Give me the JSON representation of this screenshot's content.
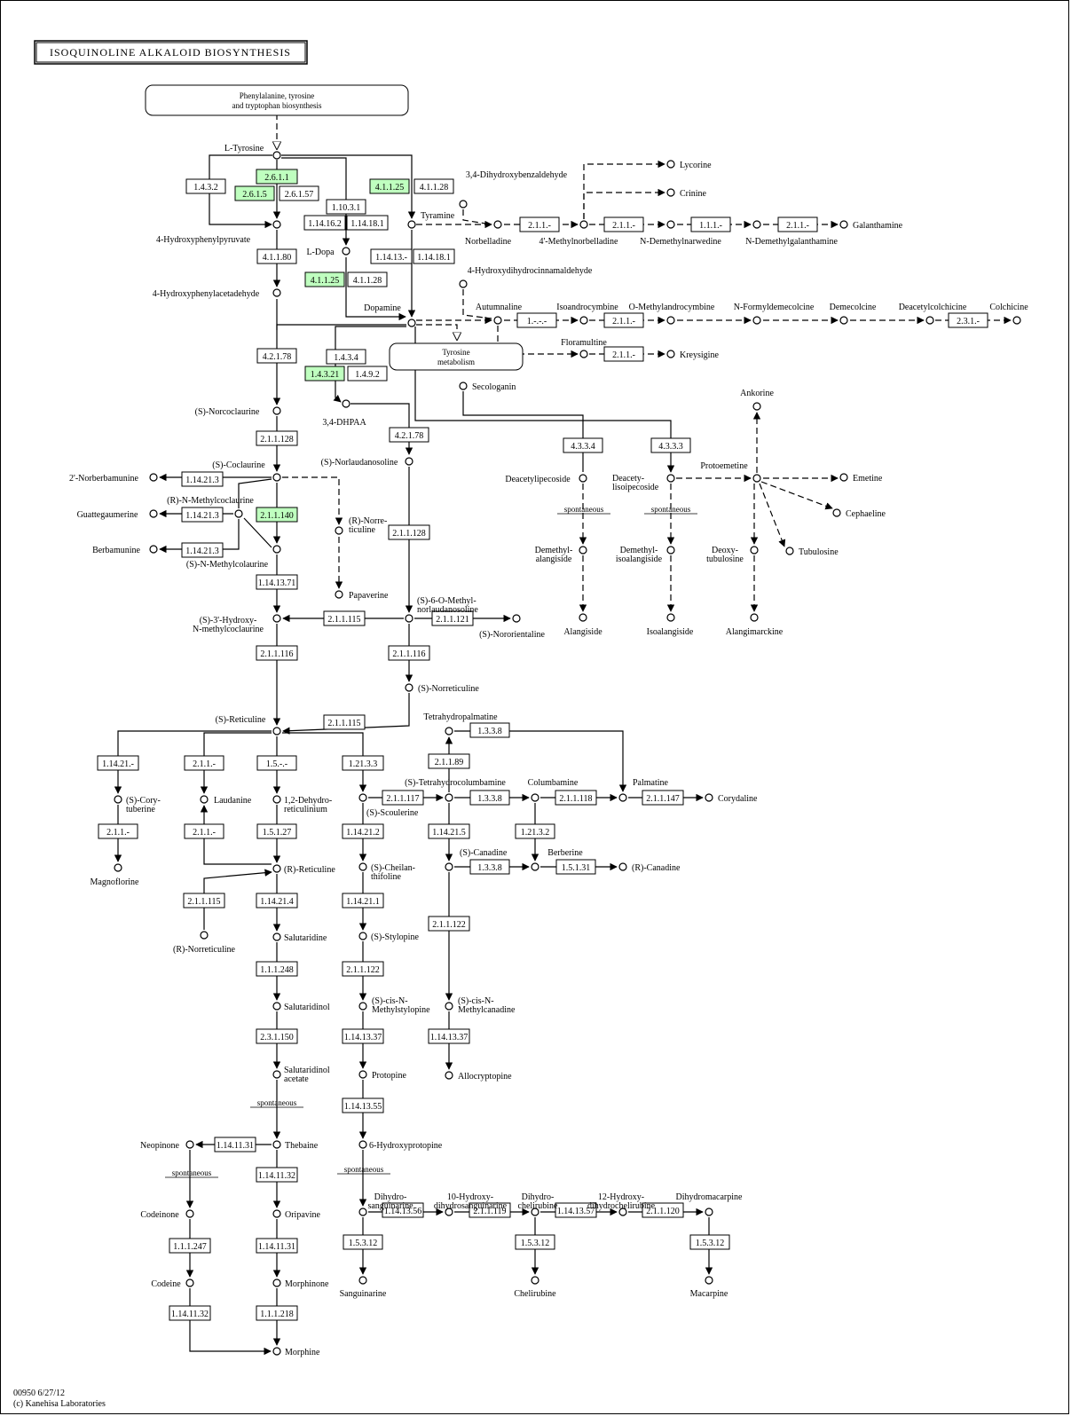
{
  "title": "ISOQUINOLINE ALKALOID BIOSYNTHESIS",
  "footer": {
    "map_id": "00950 6/27/12",
    "copyright": "(c) Kanehisa Laboratories"
  },
  "colors": {
    "highlight": "#bfffbf",
    "line": "#000000",
    "background": "#ffffff"
  },
  "maps": {
    "m1": [
      "Phenylalanine, tyrosine",
      "and tryptophan biosynthesis"
    ],
    "m2": [
      "Tyrosine",
      "metabolism"
    ]
  },
  "enzymes": {
    "e1": "2.6.1.1",
    "e2": "2.6.1.5",
    "e3": "2.6.1.57",
    "e4": "1.4.3.2",
    "e5": "1.10.3.1",
    "e6": "1.14.16.2",
    "e7": "1.14.18.1",
    "e8": "4.1.1.25",
    "e9": "4.1.1.28",
    "e10": "1.14.13.-",
    "e11": "1.14.18.1",
    "e12": "4.1.1.80",
    "e13": "4.1.1.25",
    "e14": "4.1.1.28",
    "e15": "4.2.1.78",
    "e16": "1.4.3.4",
    "e17": "1.4.3.21",
    "e18": "1.4.9.2",
    "e19": "4.2.1.78",
    "e20": "2.1.1.128",
    "e21": "1.14.21.3",
    "e22": "1.14.21.3",
    "e23": "1.14.21.3",
    "e24": "2.1.1.140",
    "e25": "1.14.13.71",
    "e26": "2.1.1.128",
    "e27": "2.1.1.115",
    "e28": "2.1.1.121",
    "e29": "2.1.1.116",
    "e30": "2.1.1.116",
    "e31": "2.1.1.115",
    "e32": "2.1.1.-",
    "e33": "2.1.1.-",
    "e34": "1.1.1.-",
    "e35": "2.1.1.-",
    "e36": "1.-.-.-",
    "e37": "2.1.1.-",
    "e38": "2.1.1.-",
    "e39": "2.3.1.-",
    "e40": "4.3.3.4",
    "e41": "4.3.3.3",
    "e42": "1.14.21.-",
    "e43": "2.1.1.-",
    "e44": "1.5.-.-",
    "e45": "1.21.3.3",
    "e46": "2.1.1.-",
    "e47": "2.1.1.-",
    "e48": "1.5.1.27",
    "e49": "2.1.1.115",
    "e50": "1.14.21.4",
    "e51": "1.1.1.248",
    "e52": "2.3.1.150",
    "e53": "1.14.21.2",
    "e54": "1.14.21.1",
    "e55": "2.1.1.122",
    "e56": "1.14.13.37",
    "e57": "1.14.13.55",
    "e58": "2.1.1.117",
    "e59": "1.3.3.8",
    "e60": "2.1.1.118",
    "e61": "2.1.1.147",
    "e62": "1.3.3.8",
    "e63": "2.1.1.89",
    "e64": "1.14.21.5",
    "e65": "1.21.3.2",
    "e66": "1.3.3.8",
    "e67": "1.5.1.31",
    "e68": "2.1.1.122",
    "e69": "1.14.13.37",
    "e70": "1.14.11.31",
    "e71": "1.14.11.32",
    "e72": "1.1.1.247",
    "e73": "1.14.11.32",
    "e74": "1.14.11.31",
    "e75": "1.1.1.218",
    "e76": "1.14.13.56",
    "e77": "2.1.1.119",
    "e78": "1.14.13.57",
    "e79": "2.1.1.120",
    "e80": "1.5.3.12",
    "e81": "1.5.3.12",
    "e82": "1.5.3.12"
  },
  "compounds": {
    "c1": [
      "L-Tyrosine"
    ],
    "c2": [
      "4-Hydroxyphenylpyruvate"
    ],
    "c3": [
      "4-Hydroxyphenylacetadehyde"
    ],
    "c4": [
      "L-Dopa"
    ],
    "c5": [
      "Dopamine"
    ],
    "c6": [
      "Tyramine"
    ],
    "c7": [
      "3,4-Dihydroxybenzaldehyde"
    ],
    "c8": [
      "Norbelladine"
    ],
    "c9": [
      "4'-Methylnorbelladine"
    ],
    "c10": [
      "Lycorine"
    ],
    "c11": [
      "Crinine"
    ],
    "c12": [
      "N-Demethylnarwedine"
    ],
    "c13": [
      "N-Demethylgalanthamine"
    ],
    "c14": [
      "Galanthamine"
    ],
    "c15": [
      "4-Hydroxydihydrocinnamaldehyde"
    ],
    "c16": [
      "Autumnaline"
    ],
    "c17": [
      "Isoandrocymbine"
    ],
    "c18": [
      "O-Methylandrocymbine"
    ],
    "c19": [
      "N-Formyldemecolcine"
    ],
    "c20": [
      "Demecolcine"
    ],
    "c21": [
      "Deacetylcolchicine"
    ],
    "c22": [
      "Colchicine"
    ],
    "c23": [
      "Floramultine"
    ],
    "c24": [
      "Kreysigine"
    ],
    "c25": [
      "Secologanin"
    ],
    "c26": [
      "3,4-DHPAA"
    ],
    "c27": [
      "(S)-Norcoclaurine"
    ],
    "c28": [
      "(S)-Norlaudanosoline"
    ],
    "c29": [
      "(S)-Coclaurine"
    ],
    "c30": [
      "2'-Norberbamunine"
    ],
    "c31": [
      "(R)-N-Methylcoclaurine"
    ],
    "c32": [
      "Guattegaumerine"
    ],
    "c33": [
      "Berbamunine"
    ],
    "c34": [
      "(S)-N-Methylcolaurine"
    ],
    "c35": [
      "(R)-Norre-",
      "ticuline"
    ],
    "c36": [
      "Papaverine"
    ],
    "c37": [
      "(S)-6-O-Methyl-",
      "norlaudanosoline"
    ],
    "c38": [
      "(S)-Nororientaline"
    ],
    "c39": [
      "(S)-3'-Hydroxy-",
      "N-methylcoclaurine"
    ],
    "c40": [
      "(S)-Norreticuline"
    ],
    "c41": [
      "(S)-Reticuline"
    ],
    "c42": [
      "Deacetylipecoside"
    ],
    "c43": [
      "Deacety-",
      "lisoipecoside"
    ],
    "c44": [
      "Protoemetine"
    ],
    "c45": [
      "Ankorine"
    ],
    "c46": [
      "Emetine"
    ],
    "c47": [
      "Cephaeline"
    ],
    "c48": [
      "Tubulosine"
    ],
    "c49": [
      "Demethyl-",
      "alangiside"
    ],
    "c50": [
      "Demethyl-",
      "isoalangiside"
    ],
    "c51": [
      "Deoxy-",
      "tubulosine"
    ],
    "c52": [
      "Alangiside"
    ],
    "c53": [
      "Isoalangiside"
    ],
    "c54": [
      "Alangimarckine"
    ],
    "c55": [
      "(S)-Cory-",
      "tuberine"
    ],
    "c56": [
      "Magnoflorine"
    ],
    "c57": [
      "Laudanine"
    ],
    "c58": [
      "1,2-Dehydro-",
      "reticulinium"
    ],
    "c59": [
      "(R)-Reticuline"
    ],
    "c60": [
      "(R)-Norreticuline"
    ],
    "c61": [
      "Salutaridine"
    ],
    "c62": [
      "Salutaridinol"
    ],
    "c63": [
      "Salutaridinol",
      "acetate"
    ],
    "c64": [
      "Thebaine"
    ],
    "c65": [
      "Neopinone"
    ],
    "c66": [
      "Codeinone"
    ],
    "c67": [
      "Codeine"
    ],
    "c68": [
      "Oripavine"
    ],
    "c69": [
      "Morphinone"
    ],
    "c70": [
      "Morphine"
    ],
    "c71": [
      "(S)-Scoulerine"
    ],
    "c72": [
      "(S)-Tetrahydrocolumbamine"
    ],
    "c73": [
      "Columbamine"
    ],
    "c74": [
      "Palmatine"
    ],
    "c75": [
      "Corydaline"
    ],
    "c76": [
      "Tetrahydropalmatine"
    ],
    "c77": [
      "(S)-Canadine"
    ],
    "c78": [
      "Berberine"
    ],
    "c79": [
      "(R)-Canadine"
    ],
    "c80": [
      "(S)-Cheilan-",
      "thifoline"
    ],
    "c81": [
      "(S)-Stylopine"
    ],
    "c82": [
      "(S)-cis-N-",
      "Methylstylopine"
    ],
    "c83": [
      "Protopine"
    ],
    "c84": [
      "6-Hydroxyprotopine"
    ],
    "c85": [
      "(S)-cis-N-",
      "Methylcanadine"
    ],
    "c86": [
      "Allocryptopine"
    ],
    "c87": [
      "Dihydro-",
      "sanguinarine"
    ],
    "c88": [
      "10-Hydroxy-",
      "dihydrosanguinarine"
    ],
    "c89": [
      "Dihydro-",
      "chelirubine"
    ],
    "c90": [
      "12-Hydroxy-",
      "dihydrochelirubine"
    ],
    "c91": [
      "Dihydromacarpine"
    ],
    "c92": [
      "Sanguinarine"
    ],
    "c93": [
      "Chelirubine"
    ],
    "c94": [
      "Macarpine"
    ]
  },
  "spontaneous_labels": {
    "s1": "spontaneous",
    "s2": "spontaneous",
    "s3": "spontaneous",
    "s4": "spontaneous",
    "s5": "spontaneous"
  }
}
